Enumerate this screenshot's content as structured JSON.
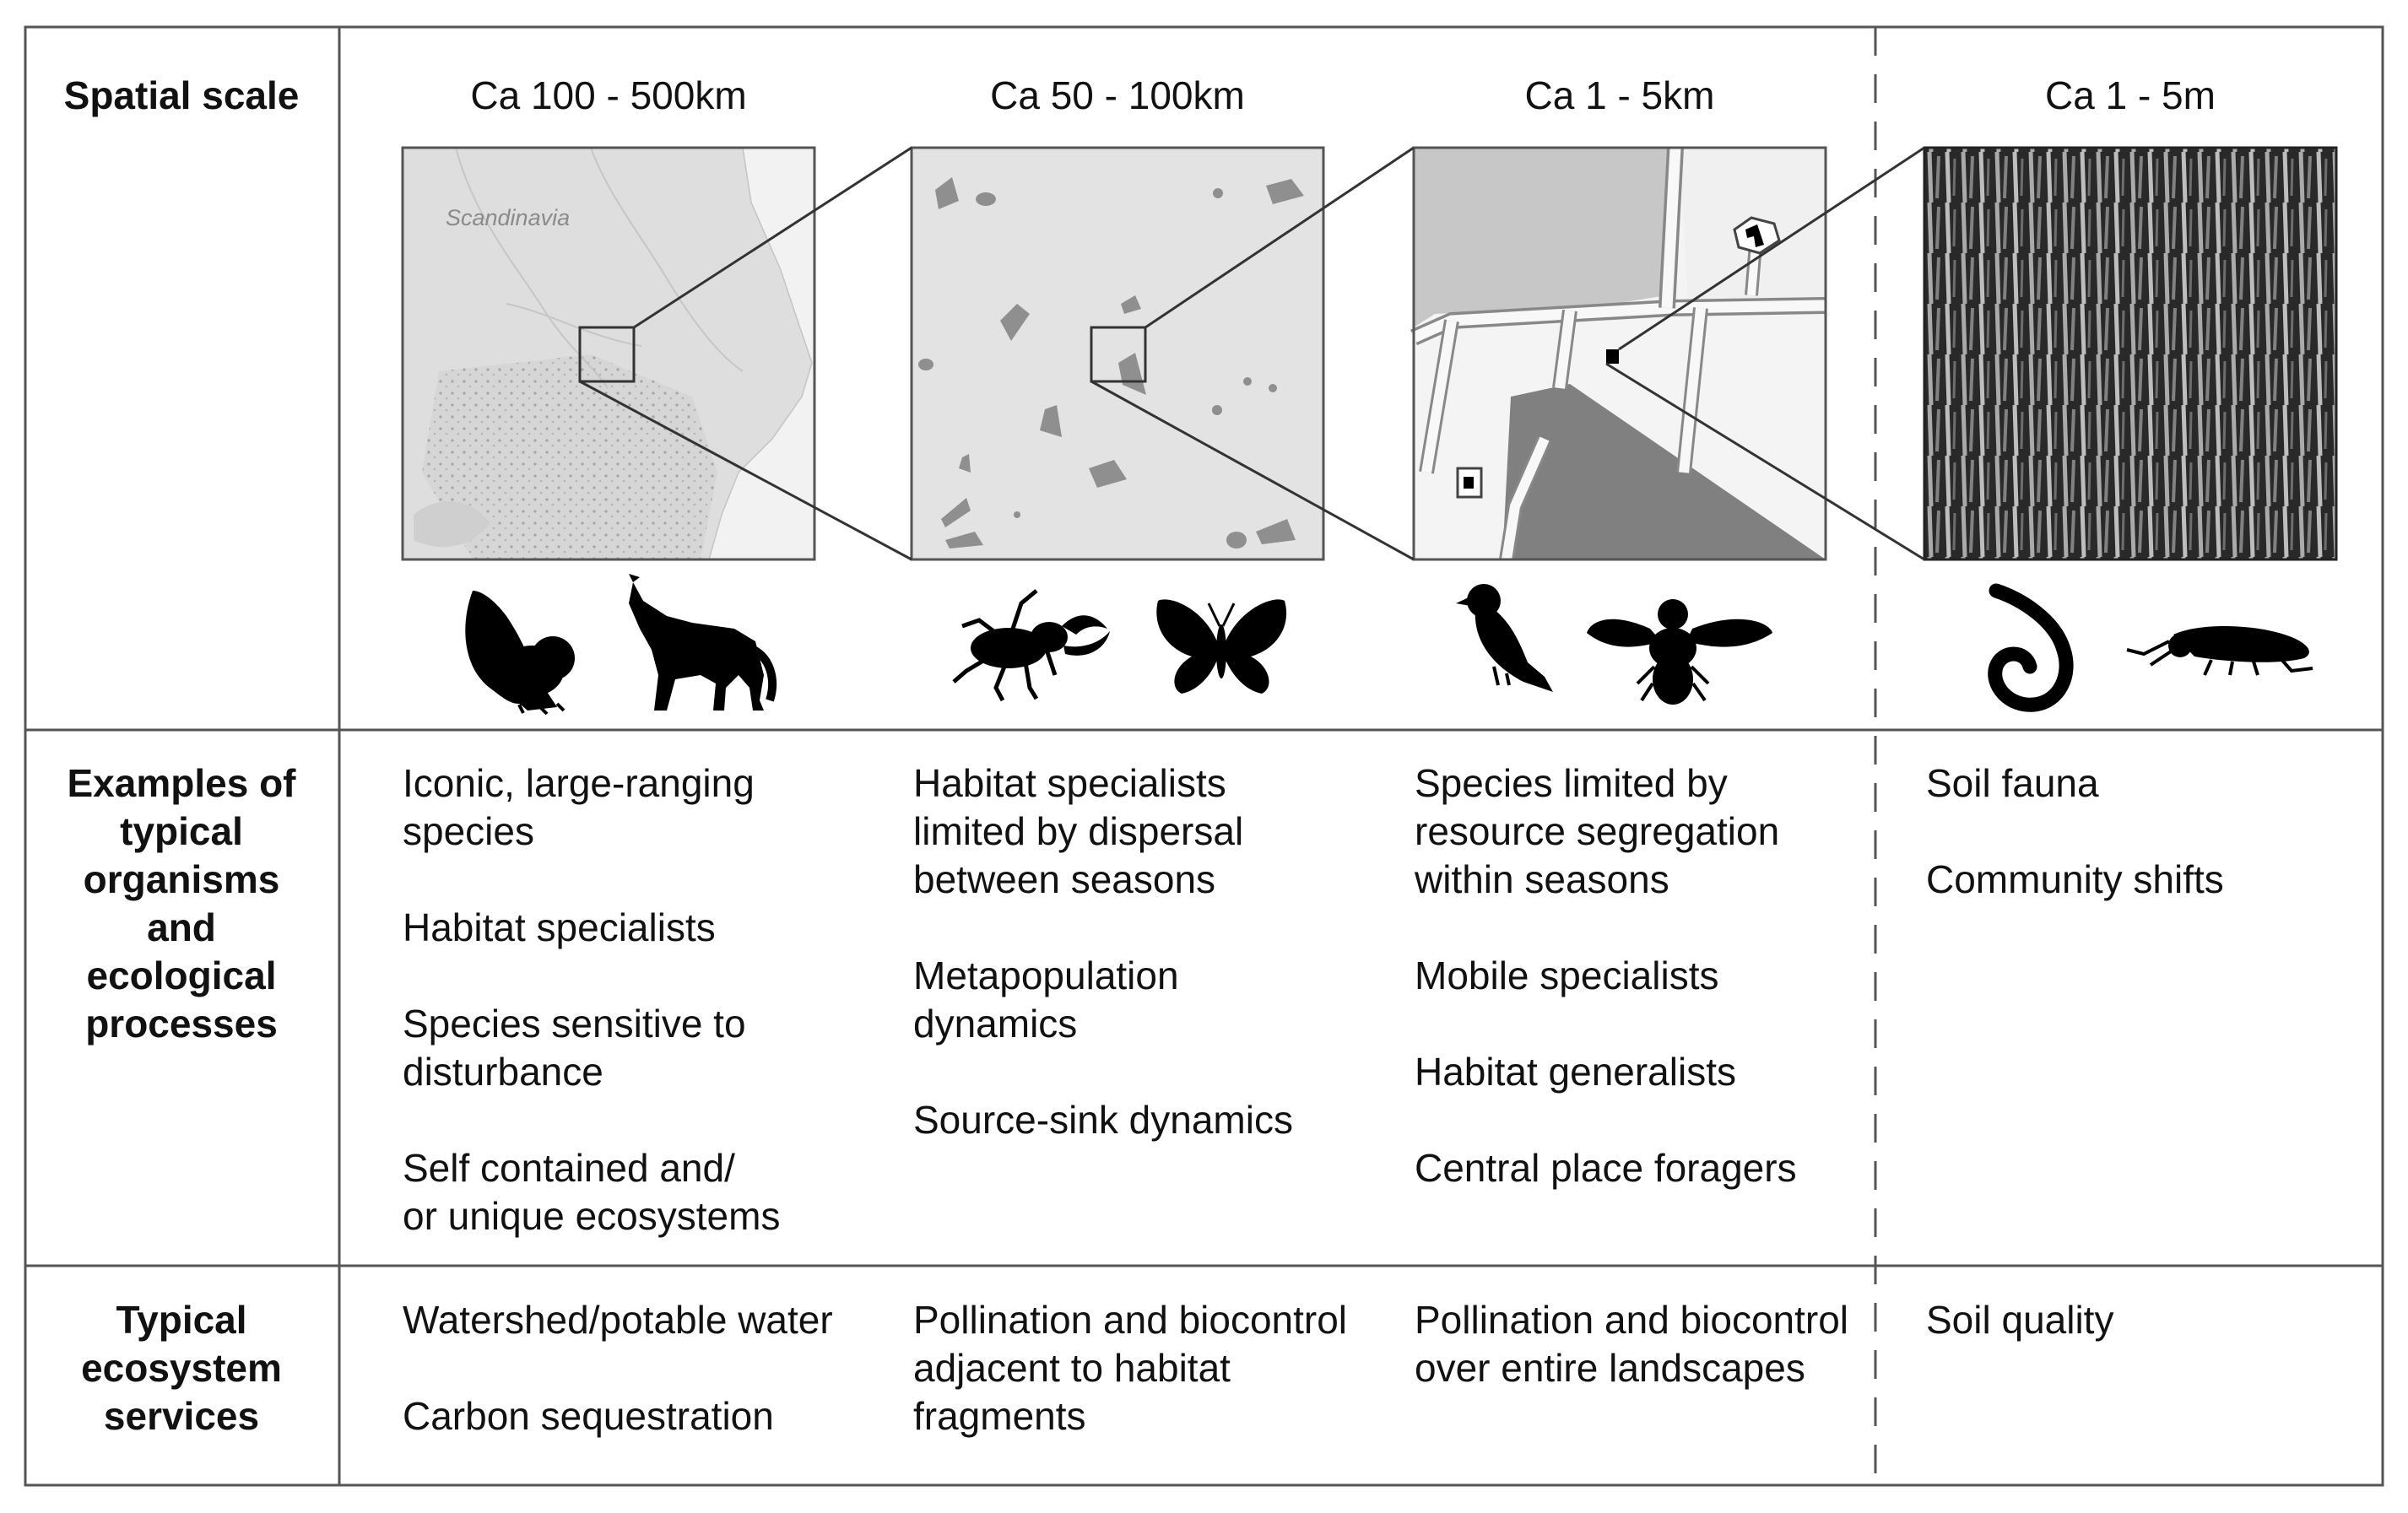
{
  "row_headers": {
    "spatial_scale": "Spatial scale",
    "organisms": [
      "Examples of",
      "typical",
      "organisms",
      "and",
      "ecological",
      "processes"
    ],
    "services": [
      "Typical",
      "ecosystem",
      "services"
    ]
  },
  "scales": [
    {
      "label": "Ca 100 - 500km",
      "map_label": "Scandinavia",
      "icons": [
        "owl-icon",
        "wolf-icon"
      ],
      "organisms": [
        [
          "Iconic, large-ranging",
          "species"
        ],
        [
          "Habitat specialists"
        ],
        [
          "Species sensitive to",
          "disturbance"
        ],
        [
          "Self contained and/",
          "or unique ecosystems"
        ]
      ],
      "services": [
        [
          "Watershed/potable water"
        ],
        [
          "Carbon sequestration"
        ]
      ]
    },
    {
      "label": "Ca 50 - 100km",
      "icons": [
        "stag-beetle-icon",
        "butterfly-icon"
      ],
      "organisms": [
        [
          "Habitat specialists",
          "limited by dispersal",
          "between seasons"
        ],
        [
          "Metapopulation",
          "dynamics"
        ],
        [
          "Source-sink dynamics"
        ]
      ],
      "services": [
        [
          "Pollination and biocontrol",
          "adjacent to habitat",
          "fragments"
        ]
      ]
    },
    {
      "label": "Ca 1 - 5km",
      "icons": [
        "bird-icon",
        "bee-icon"
      ],
      "organisms": [
        [
          "Species limited by",
          "resource segregation",
          "within seasons"
        ],
        [
          "Mobile specialists"
        ],
        [
          "Habitat generalists"
        ],
        [
          "Central place foragers"
        ]
      ],
      "services": [
        [
          "Pollination and biocontrol",
          "over entire landscapes"
        ]
      ]
    },
    {
      "label": "Ca 1 - 5m",
      "icons": [
        "earthworm-icon",
        "springtail-icon"
      ],
      "organisms": [
        [
          "Soil fauna"
        ],
        [
          "Community shifts"
        ]
      ],
      "services": [
        [
          "Soil quality"
        ]
      ]
    }
  ],
  "colors": {
    "line": "#555555",
    "map_bg": "#e3e3e3",
    "patch": "#8f8f8f",
    "field_dark": "#4d4d4d",
    "silhouette": "#000000"
  }
}
